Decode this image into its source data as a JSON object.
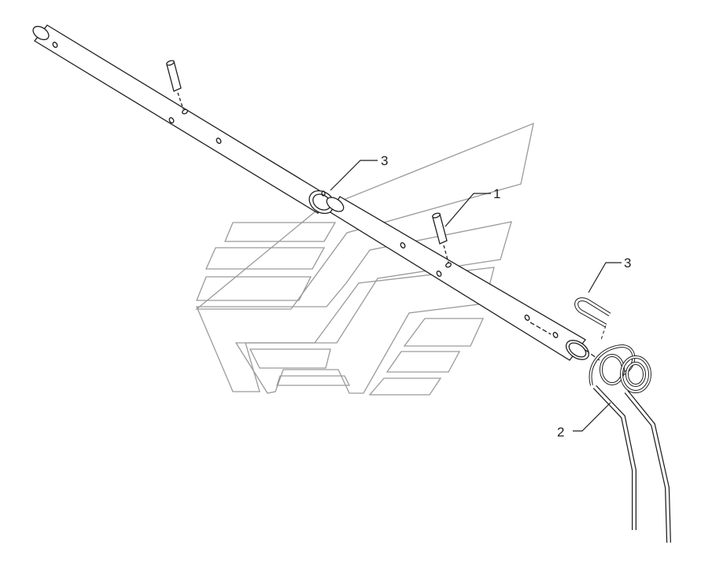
{
  "callouts": [
    {
      "id": "callout-1",
      "label": "1"
    },
    {
      "id": "callout-2",
      "label": "2"
    },
    {
      "id": "callout-3a",
      "label": "3"
    },
    {
      "id": "callout-3b",
      "label": "3"
    }
  ],
  "watermark_text": "",
  "colors": {
    "line": "#1f1f1f",
    "watermark": "#9a9a9a",
    "background": "#ffffff"
  }
}
